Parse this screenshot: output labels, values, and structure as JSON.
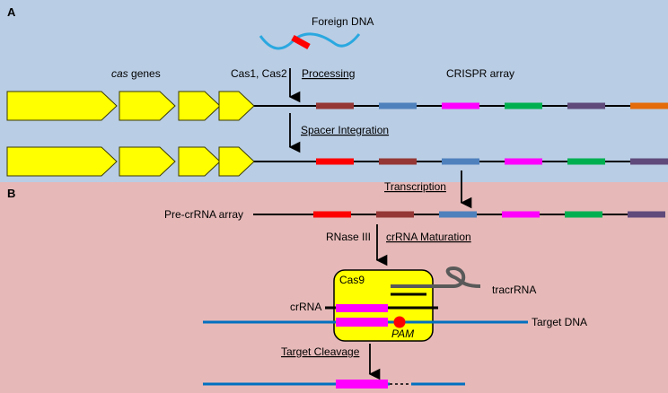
{
  "panels": {
    "a": "A",
    "b": "B"
  },
  "labels": {
    "foreign_dna": "Foreign DNA",
    "cas_genes_italic": "cas",
    "cas_genes_rest": " genes",
    "cas1_cas2": "Cas1, Cas2",
    "processing": "Processing",
    "crispr_array": "CRISPR array",
    "spacer_integration": "Spacer Integration",
    "transcription": "Transcription",
    "pre_crrna_array": "Pre-crRNA array",
    "rnase_iii": "RNase III",
    "crrna_maturation": "crRNA Maturation",
    "cas9": "Cas9",
    "tracrrna": "tracrRNA",
    "crrna": "crRNA",
    "target_dna": "Target DNA",
    "pam": "PAM",
    "target_cleavage": "Target Cleavage"
  },
  "colors": {
    "panel_a_bg": "#b9cde4",
    "panel_b_bg": "#e6b9b8",
    "gene_fill": "#ffff00",
    "gene_stroke": "#3a3a00",
    "red_spacer": "#ff0000",
    "brown_spacer": "#953735",
    "blue_spacer": "#4f81bd",
    "magenta_spacer": "#ff00ff",
    "green_spacer": "#00b050",
    "purple_spacer": "#604a7b",
    "orange_spacer": "#e46c0a",
    "dna_blue": "#0070c0",
    "foreign_dna_cyan": "#2aa8e0",
    "cas9_fill": "#ffff00",
    "tracr_grey": "#595959",
    "pam_red": "#ff0000"
  },
  "spacers": {
    "row1": [
      "brown_spacer",
      "blue_spacer",
      "magenta_spacer",
      "green_spacer",
      "purple_spacer",
      "orange_spacer"
    ],
    "row2": [
      "red_spacer",
      "brown_spacer",
      "blue_spacer",
      "magenta_spacer",
      "green_spacer",
      "purple_spacer"
    ],
    "row3": [
      "red_spacer",
      "brown_spacer",
      "blue_spacer",
      "magenta_spacer",
      "green_spacer",
      "purple_spacer"
    ]
  }
}
